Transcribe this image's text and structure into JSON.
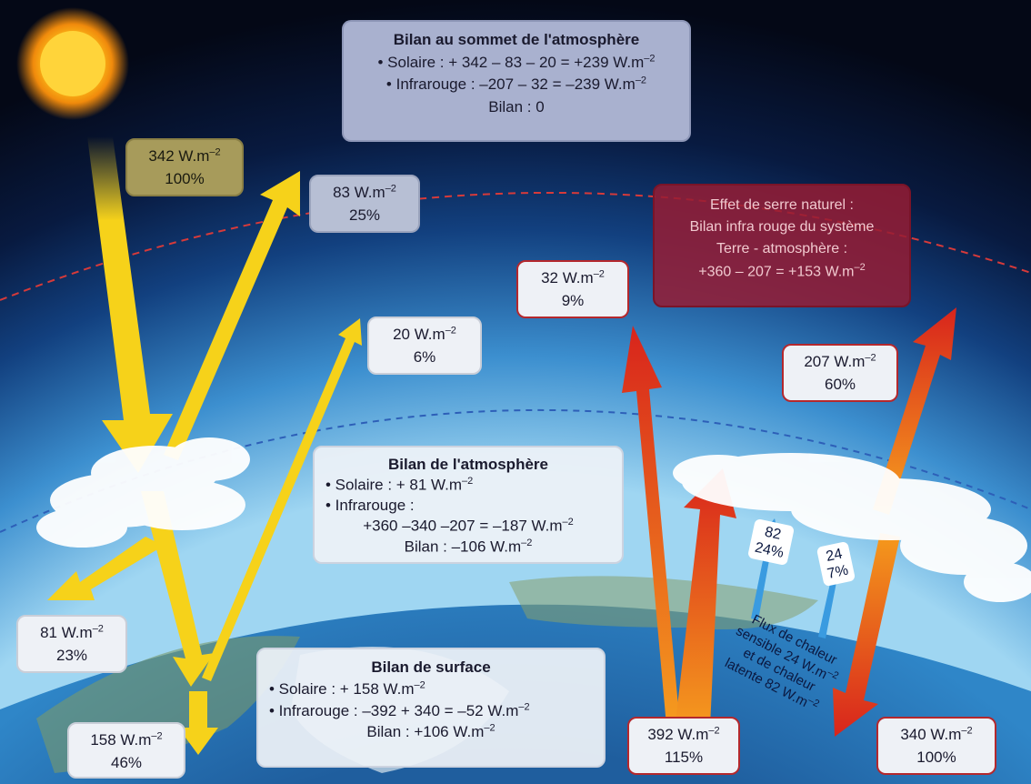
{
  "top_balance": {
    "title": "Bilan au sommet de l'atmosphère",
    "solar": "• Solaire : + 342 – 83 – 20 = +239 W.m",
    "infrared": "• Infrarouge : –207 – 32 = –239 W.m",
    "total": "Bilan : 0"
  },
  "atmosphere_balance": {
    "title": "Bilan de l'atmosphère",
    "solar": "• Solaire : + 81 W.m",
    "infrared_label": "• Infrarouge :",
    "infrared_calc": "+360 –340 –207 = –187 W.m",
    "total": "Bilan : –106 W.m"
  },
  "surface_balance": {
    "title": "Bilan de surface",
    "solar": "• Solaire : + 158 W.m",
    "infrared": "• Infrarouge : –392 + 340 = –52 W.m",
    "total": "Bilan : +106 W.m"
  },
  "greenhouse": {
    "line1": "Effet de serre naturel :",
    "line2": "Bilan infra rouge du système",
    "line3": "Terre - atmosphère :",
    "line4": "+360 – 207 = +153 W.m"
  },
  "exponent": "–2",
  "values": {
    "incoming_solar": {
      "flux": "342 W.m",
      "pct": "100%"
    },
    "reflected_clouds": {
      "flux": "83 W.m",
      "pct": "25%"
    },
    "reflected_surface": {
      "flux": "20 W.m",
      "pct": "6%"
    },
    "absorbed_atmosphere": {
      "flux": "81 W.m",
      "pct": "23%"
    },
    "absorbed_surface": {
      "flux": "158 W.m",
      "pct": "46%"
    },
    "ir_to_space_surface": {
      "flux": "32 W.m",
      "pct": "9%"
    },
    "ir_to_space_atmosphere": {
      "flux": "207 W.m",
      "pct": "60%"
    },
    "surface_emission": {
      "flux": "392 W.m",
      "pct": "115%"
    },
    "back_radiation": {
      "flux": "340 W.m",
      "pct": "100%"
    }
  },
  "heat_flux_tags": {
    "latent": {
      "value": "82",
      "pct": "24%"
    },
    "sensible": {
      "value": "24",
      "pct": "7%"
    }
  },
  "heat_flux_label": {
    "line1": "Flux de chaleur",
    "line2": "sensible 24 W.m",
    "line3": "et de chaleur",
    "line4": "latente 82 W.m"
  },
  "colors": {
    "solar": "#f6d21a",
    "infrared_red": "#d8241c",
    "infrared_orange": "#f59a1c",
    "greenhouse_box": "#961c34",
    "top_box": "#a9b1cf",
    "space": "#050a1c",
    "earth_blue": "#2f86c8"
  }
}
